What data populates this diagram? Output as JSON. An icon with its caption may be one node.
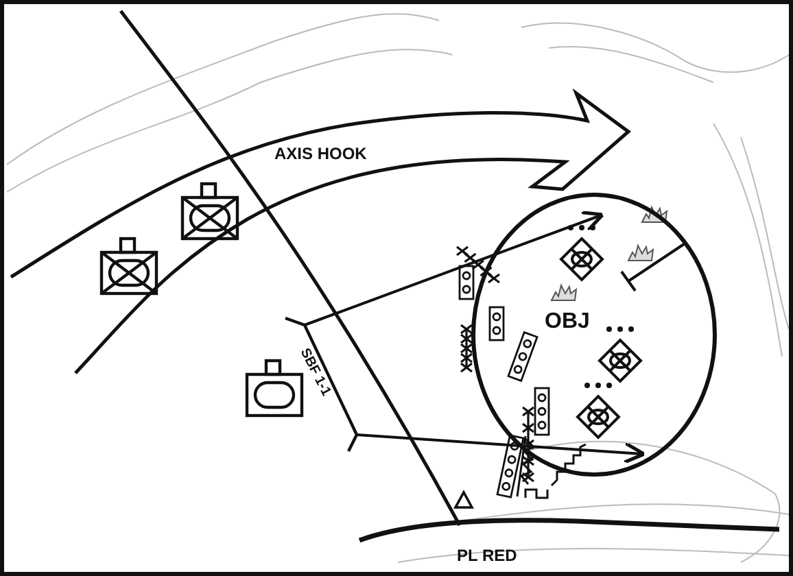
{
  "diagram": {
    "nodes": [
      {
        "text": [
          "SBF 1-1"
        ]
      },
      {
        "text": [
          "OBJ"
        ]
      }
    ],
    "edges": [
      {
        "from": 0,
        "to": 1,
        "arrow": "to"
      },
      {
        "from": 0,
        "to": 1,
        "arrow": "to"
      }
    ],
    "labels": [
      "AXIS HOOK",
      "PL RED"
    ]
  }
}
